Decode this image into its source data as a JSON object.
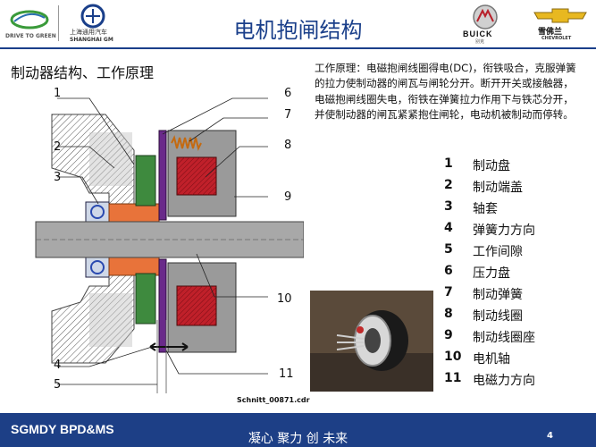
{
  "header": {
    "title": "电机抱闸结构",
    "logo_left_text": "DRIVE TO GREEN",
    "logo_sgm_text": "上海通用汽车",
    "logo_sgm_sub": "SHANGHAI GM",
    "logo_buick_text": "BUICK",
    "logo_buick_sub": "别克",
    "logo_chev_text": "雪佛兰",
    "logo_chev_sub": "CHEVROLET"
  },
  "section": {
    "heading": "制动器结构、工作原理"
  },
  "description": {
    "label": "工作原理：",
    "text": "电磁抱闸线圈得电(DC)，衔铁吸合，克服弹簧的拉力使制动器的闸瓦与闸轮分开。断开开关或接触器，电磁抱闸线圈失电，衔铁在弹簧拉力作用下与铁芯分开，并使制动器的闸瓦紧紧抱住闸轮，电动机被制动而停转。"
  },
  "legend": [
    {
      "num": "1",
      "label": "制动盘"
    },
    {
      "num": "2",
      "label": "制动端盖"
    },
    {
      "num": "3",
      "label": "轴套"
    },
    {
      "num": "4",
      "label": "弹簧力方向"
    },
    {
      "num": "5",
      "label": "工作间隙"
    },
    {
      "num": "6",
      "label": "压力盘"
    },
    {
      "num": "7",
      "label": "制动弹簧"
    },
    {
      "num": "8",
      "label": "制动线圈"
    },
    {
      "num": "9",
      "label": "制动线圈座"
    },
    {
      "num": "10",
      "label": "电机轴"
    },
    {
      "num": "11",
      "label": "电磁力方向"
    }
  ],
  "drawing": {
    "callouts": [
      "1",
      "2",
      "3",
      "4",
      "5",
      "6",
      "7",
      "8",
      "9",
      "10",
      "11"
    ],
    "caption": "Schnitt_00871.cdr"
  },
  "footer": {
    "left": "SGMDY BPD&MS",
    "center": "凝心 聚力 创 未来",
    "page": "4"
  },
  "colors": {
    "brand_blue": "#1a3f8a",
    "footer_bg": "#1d3f86"
  }
}
